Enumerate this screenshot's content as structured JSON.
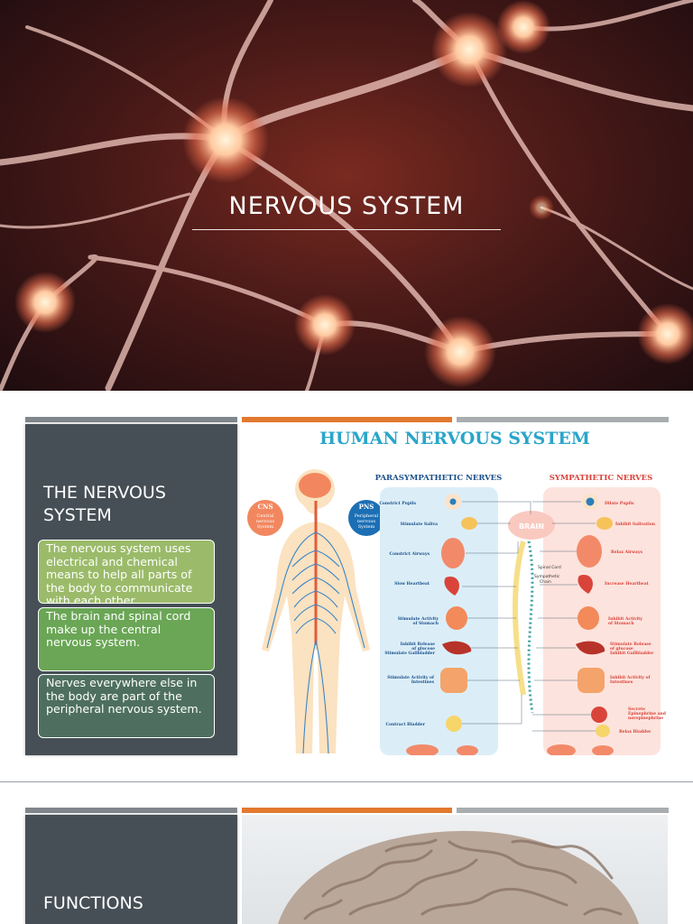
{
  "slide1": {
    "title": "NERVOUS SYSTEM"
  },
  "slide2": {
    "heading": "THE NERVOUS SYSTEM",
    "boxes": [
      "The nervous system uses electrical and chemical means to help all parts of the body to communicate with each other.",
      "The brain and spinal cord make up the central nervous system.",
      "Nerves everywhere else in the body are part of the peripheral nervous system."
    ],
    "infographic": {
      "title": "HUMAN NERVOUS SYSTEM",
      "cns_badge": [
        "CNS",
        "Central",
        "nervous",
        "System"
      ],
      "pns_badge": [
        "PNS",
        "Peripheral",
        "nervous",
        "System"
      ],
      "parasympathetic_header": "PARASYMPATHETIC NERVES",
      "sympathetic_header": "SYMPATHETIC NERVES",
      "brain_label": "BRAIN",
      "spinal_cord_label": "Spinal Cord",
      "sympathetic_chain_label": [
        "Sympathetic",
        "Chain"
      ],
      "parasympathetic_labels": [
        [
          "Constrict Pupils"
        ],
        [
          "Stimulate Saliva"
        ],
        [
          "Constrict Airways"
        ],
        [
          "Slow Heartbeat"
        ],
        [
          "Stimulate Activity",
          "of Stomach"
        ],
        [
          "Inhibit Release",
          "of glucose",
          "Stimulate Gallbladder"
        ],
        [
          "Stimulate Activity of",
          "Intestines"
        ],
        [
          "Contract Bladder"
        ]
      ],
      "sympathetic_labels": [
        [
          "Dilate Pupils"
        ],
        [
          "Inhibit Salivation"
        ],
        [
          "Relax Airways"
        ],
        [
          "Increase Heartbeat"
        ],
        [
          "Inhibit Activity",
          "of Stomach"
        ],
        [
          "Stimulate Release",
          "of glucose",
          "Inhibit Gallbladder"
        ],
        [
          "Inhibit Activity of",
          "Intestines"
        ],
        [
          "Secrete",
          "Epinephrine and",
          "norepinephrine"
        ],
        [
          "Relax Bladder"
        ]
      ],
      "colors": {
        "title": "#2aa5c9",
        "parasympathetic": "#1a4f8a",
        "sympathetic": "#d8433a",
        "cns": "#f2875f",
        "pns": "#1c6fb5"
      }
    }
  },
  "slide3": {
    "heading": "FUNCTIONS"
  }
}
